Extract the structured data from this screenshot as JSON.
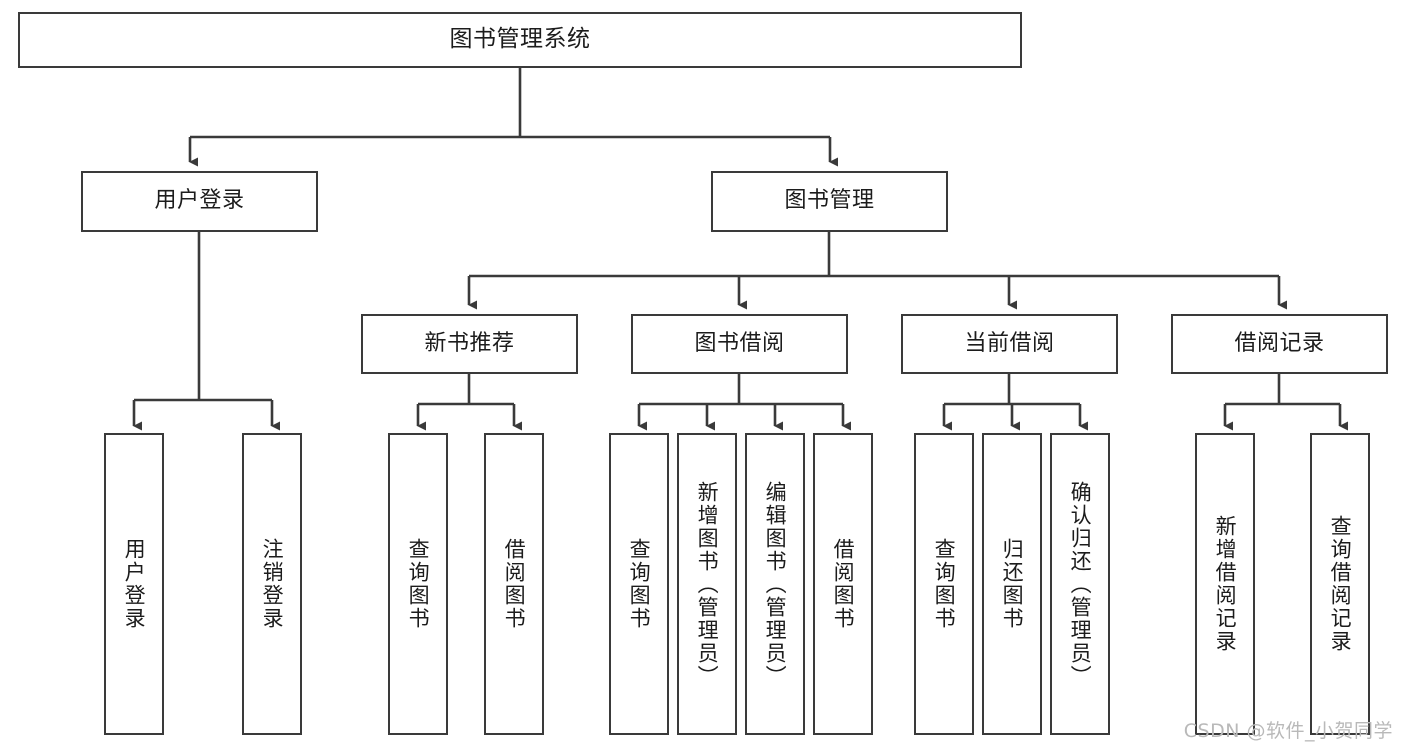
{
  "diagram": {
    "title": "图书管理系统",
    "type": "hierarchy-tree",
    "colors": {
      "box_border": "#3a3a3a",
      "box_fill": "#ffffff",
      "line": "#3a3a3a",
      "text": "#1c1c1c",
      "watermark": "#b9b9b9"
    },
    "root": {
      "label": "图书管理系统"
    },
    "level2": [
      {
        "label": "用户登录"
      },
      {
        "label": "图书管理"
      }
    ],
    "level3": [
      {
        "label": "新书推荐"
      },
      {
        "label": "图书借阅"
      },
      {
        "label": "当前借阅"
      },
      {
        "label": "借阅记录"
      }
    ],
    "leaves": {
      "user_login": [
        {
          "label": "用户登录"
        },
        {
          "label": "注销登录"
        }
      ],
      "new_book": [
        {
          "label": "查询图书"
        },
        {
          "label": "借阅图书"
        }
      ],
      "book_borrow": [
        {
          "label": "查询图书"
        },
        {
          "label": "新增图书（管理员）"
        },
        {
          "label": "编辑图书（管理员）"
        },
        {
          "label": "借阅图书"
        }
      ],
      "current_borrow": [
        {
          "label": "查询图书"
        },
        {
          "label": "归还图书"
        },
        {
          "label": "确认归还（管理员）"
        }
      ],
      "borrow_record": [
        {
          "label": "新增借阅记录"
        },
        {
          "label": "查询借阅记录"
        }
      ]
    },
    "watermark": "CSDN @软件_小贺同学"
  }
}
